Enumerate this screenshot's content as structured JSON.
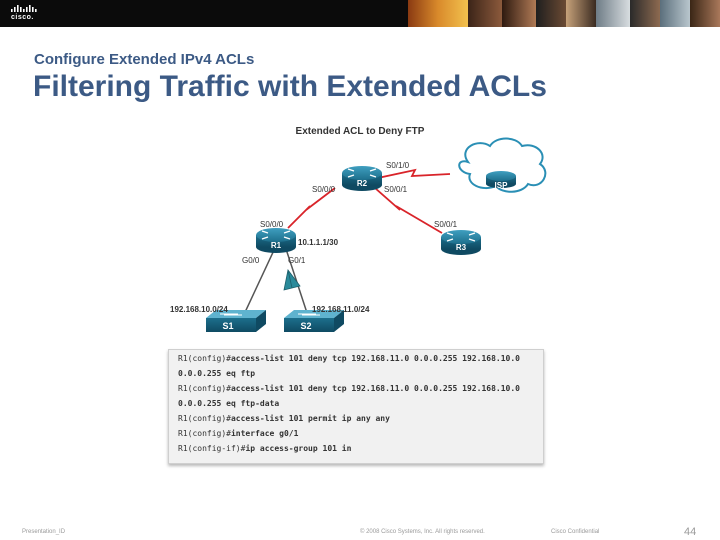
{
  "brand": {
    "logo_text": "cisco."
  },
  "slide": {
    "subtitle": "Configure Extended IPv4 ACLs",
    "title": "Filtering Traffic with Extended ACLs"
  },
  "diagram": {
    "heading": "Extended ACL to Deny FTP",
    "labels": {
      "s010_top": "S0/1/0",
      "s000_r2": "S0/0/0",
      "s001_r2": "S0/0/1",
      "s000_r1": "S0/0/0",
      "s001_r3": "S0/0/1",
      "ip_r1": "10.1.1.1/30",
      "g00": "G0/0",
      "g01": "G0/1",
      "net_left": "192.168.10.0/24",
      "net_right": "192.168.11.0/24"
    },
    "devices": {
      "r1": "R1",
      "r2": "R2",
      "r3": "R3",
      "isp": "ISP",
      "s1": "S1",
      "s2": "S2"
    }
  },
  "config": [
    {
      "prompt": "R1(config)#",
      "cmd": "access-list 101 deny tcp 192.168.11.0 0.0.0.255 192.168.10.0"
    },
    {
      "prompt": "",
      "cmd": "0.0.0.255 eq ftp"
    },
    {
      "prompt": "R1(config)#",
      "cmd": "access-list 101 deny tcp 192.168.11.0 0.0.0.255 192.168.10.0"
    },
    {
      "prompt": "",
      "cmd": "0.0.0.255 eq ftp-data"
    },
    {
      "prompt": "R1(config)#",
      "cmd": "access-list 101 permit ip any any"
    },
    {
      "prompt": "R1(config)#",
      "cmd": "interface g0/1"
    },
    {
      "prompt": "R1(config-if)#",
      "cmd": "ip access-group 101 in"
    }
  ],
  "footer": {
    "left": "Presentation_ID",
    "center": "© 2008 Cisco Systems, Inc. All rights reserved.",
    "right": "Cisco Confidential",
    "page": "44"
  },
  "colors": {
    "title": "#3c5a85",
    "router": "#1d6f8c",
    "serial_link": "#d9242a",
    "acl_marker": "#2a8a9a"
  }
}
